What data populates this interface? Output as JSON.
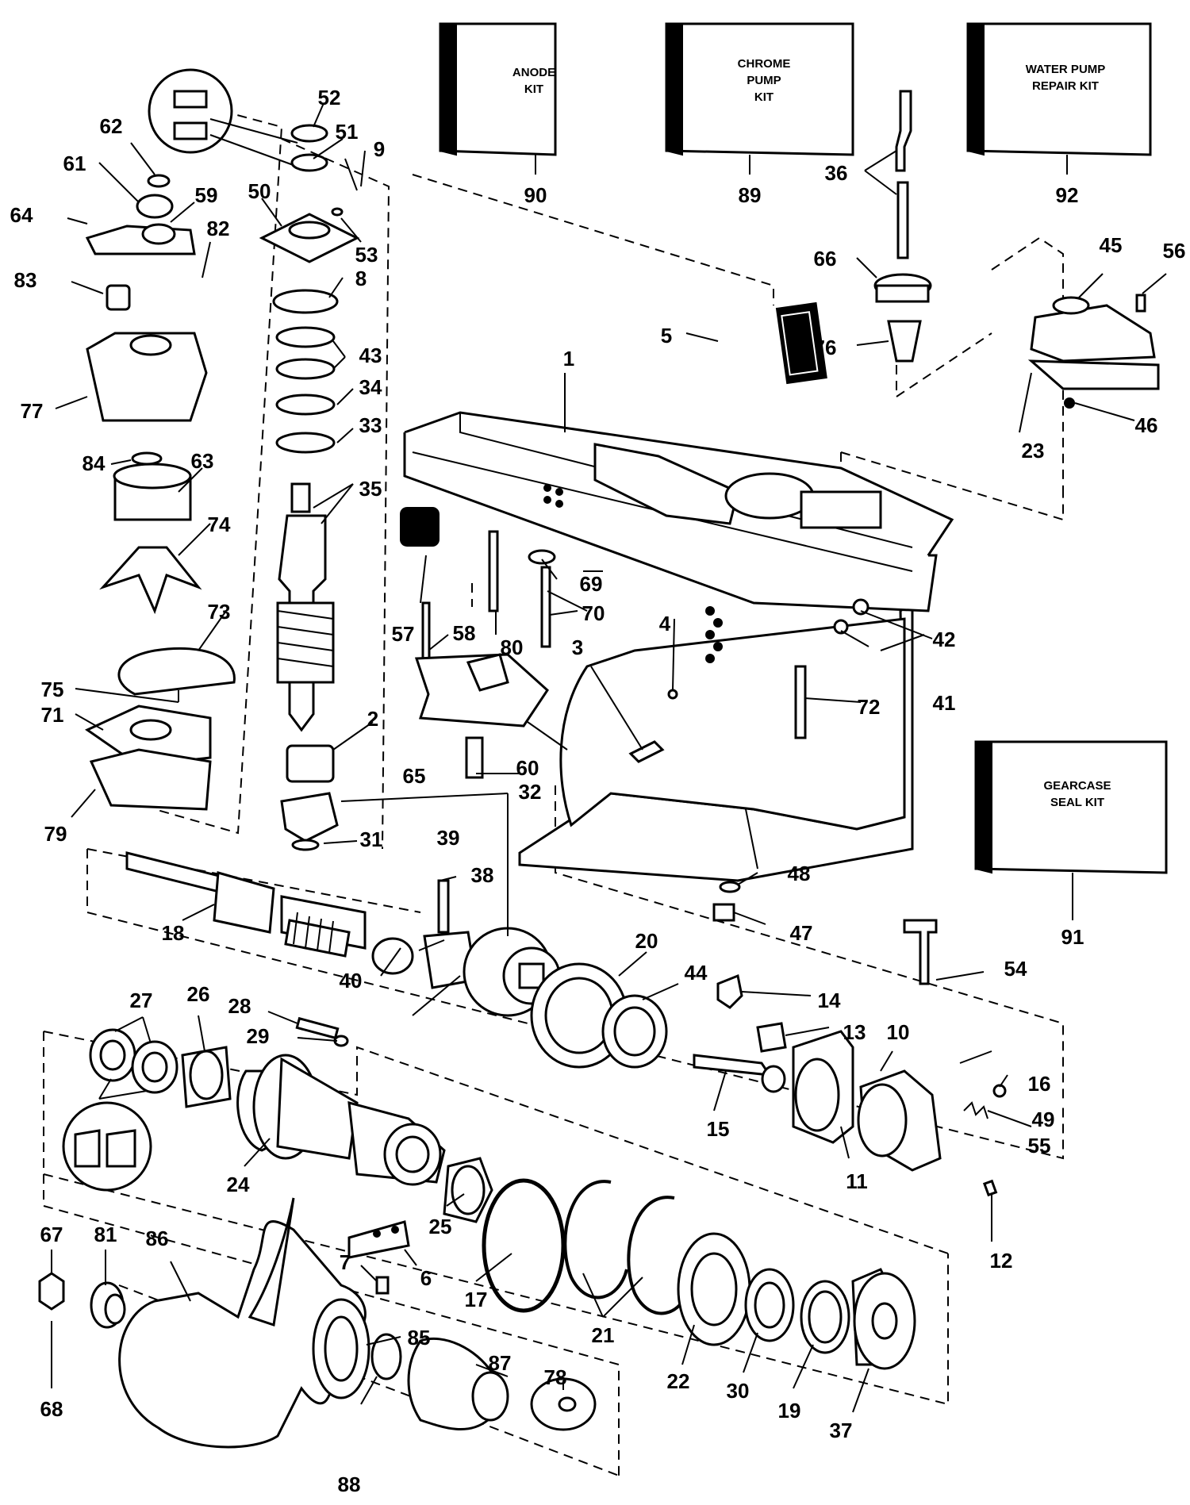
{
  "kits": [
    {
      "id": "anode",
      "lines": [
        "ANODE",
        "KIT"
      ],
      "number": "90"
    },
    {
      "id": "chrome-pump",
      "lines": [
        "CHROME",
        "PUMP",
        "KIT"
      ],
      "number": "89"
    },
    {
      "id": "water-pump",
      "lines": [
        "WATER PUMP",
        "REPAIR KIT"
      ],
      "number": "92"
    },
    {
      "id": "gearcase-seal",
      "lines": [
        "GEARCASE",
        "SEAL KIT"
      ],
      "number": "91"
    }
  ],
  "labels": [
    "1",
    "2",
    "3",
    "4",
    "5",
    "6",
    "7",
    "8",
    "9",
    "10",
    "11",
    "12",
    "13",
    "14",
    "15",
    "16",
    "17",
    "18",
    "19",
    "20",
    "21",
    "22",
    "23",
    "24",
    "25",
    "26",
    "27",
    "28",
    "29",
    "30",
    "31",
    "32",
    "33",
    "34",
    "35",
    "36",
    "37",
    "38",
    "39",
    "40",
    "41",
    "42",
    "43",
    "44",
    "45",
    "46",
    "47",
    "48",
    "49",
    "50",
    "51",
    "52",
    "53",
    "54",
    "55",
    "56",
    "57",
    "58",
    "59",
    "60",
    "61",
    "62",
    "63",
    "64",
    "65",
    "66",
    "67",
    "68",
    "69",
    "70",
    "71",
    "72",
    "73",
    "74",
    "75",
    "76",
    "77",
    "78",
    "79",
    "80",
    "81",
    "82",
    "83",
    "84",
    "85",
    "86",
    "87",
    "88"
  ],
  "colors": {
    "ink": "#000000",
    "paper": "#ffffff"
  }
}
